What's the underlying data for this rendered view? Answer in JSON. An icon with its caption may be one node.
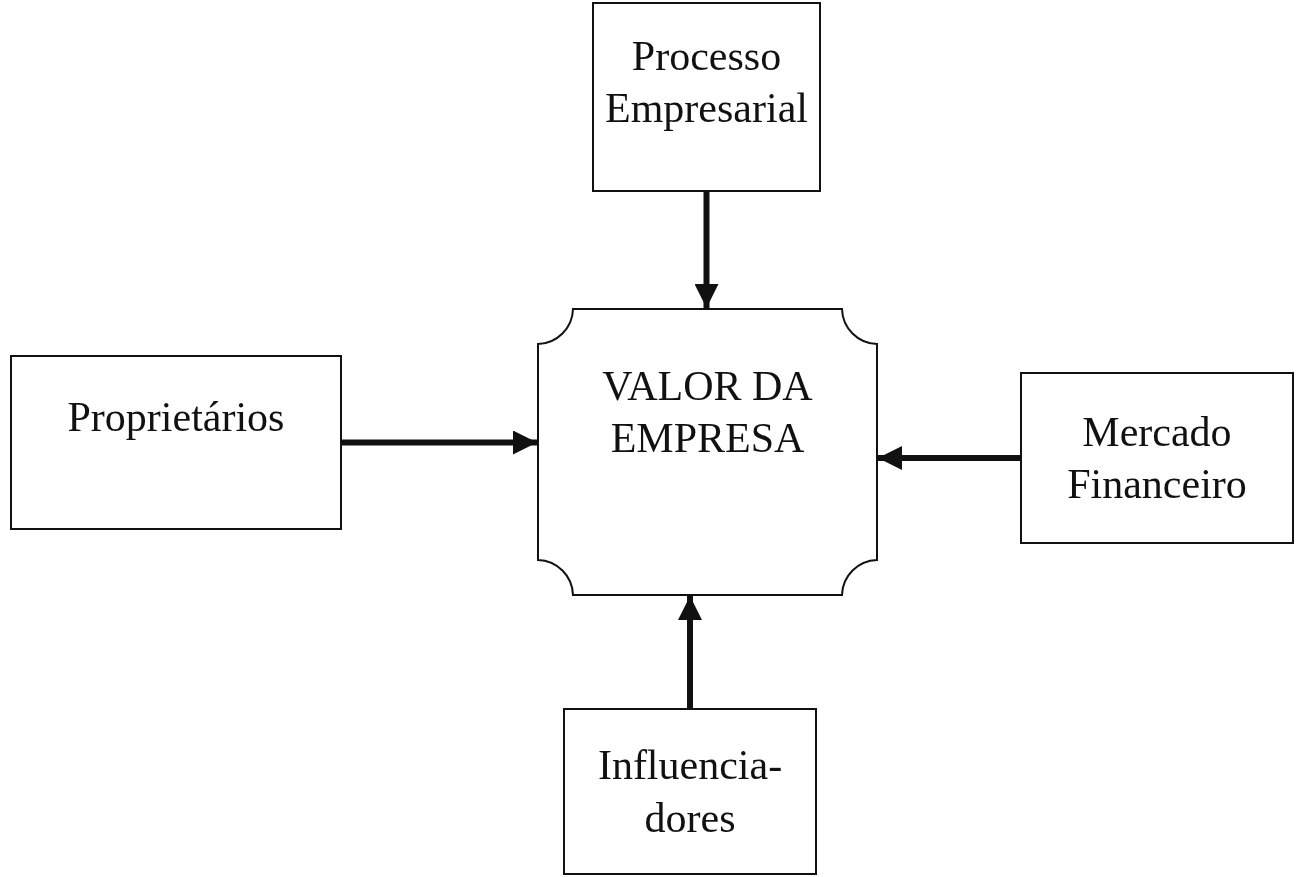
{
  "diagram": {
    "nodes": [
      {
        "text": [
          "Processo Empresarial"
        ]
      },
      {
        "text": [
          "Proprietários"
        ]
      },
      {
        "text": [
          "VALOR DA EMPRESA"
        ]
      },
      {
        "text": [
          "Mercado Financeiro"
        ]
      },
      {
        "text": [
          "Influencia-dores"
        ]
      }
    ],
    "edges": [
      {
        "from": 0,
        "to": 2,
        "arrow": "to"
      },
      {
        "from": 1,
        "to": 2,
        "arrow": "to"
      },
      {
        "from": 3,
        "to": 2,
        "arrow": "to"
      },
      {
        "from": 4,
        "to": 2,
        "arrow": "to"
      }
    ]
  }
}
